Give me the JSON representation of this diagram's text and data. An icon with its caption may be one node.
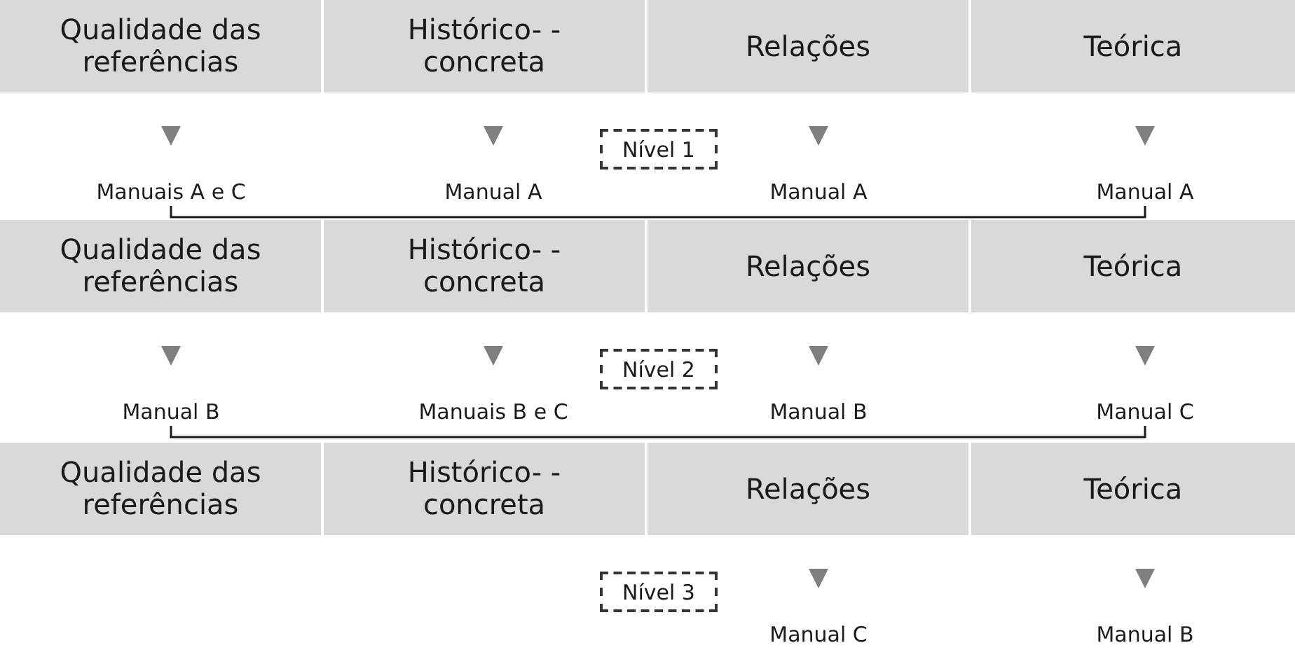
{
  "diagram": {
    "nodes": [
      {
        "text": [
          "Qualidade das referências"
        ]
      },
      {
        "text": [
          "Histórico- -concreta"
        ]
      },
      {
        "text": [
          "Relações"
        ]
      },
      {
        "text": [
          "Teórica"
        ]
      },
      {
        "text": [
          "Nível 1"
        ]
      },
      {
        "text": [
          "Manuais A e C"
        ]
      },
      {
        "text": [
          "Manual A"
        ]
      },
      {
        "text": [
          "Manual A"
        ]
      },
      {
        "text": [
          "Manual A"
        ]
      },
      {
        "text": [
          "Qualidade das referências"
        ]
      },
      {
        "text": [
          "Histórico- -concreta"
        ]
      },
      {
        "text": [
          "Relações"
        ]
      },
      {
        "text": [
          "Teórica"
        ]
      },
      {
        "text": [
          "Nível 2"
        ]
      },
      {
        "text": [
          "Manual B"
        ]
      },
      {
        "text": [
          "Manuais B e C"
        ]
      },
      {
        "text": [
          "Manual B"
        ]
      },
      {
        "text": [
          "Manual C"
        ]
      },
      {
        "text": [
          "Qualidade das referências"
        ]
      },
      {
        "text": [
          "Histórico- -concreta"
        ]
      },
      {
        "text": [
          "Relações"
        ]
      },
      {
        "text": [
          "Teórica"
        ]
      },
      {
        "text": [
          "Nível 3"
        ]
      },
      {
        "text": [
          "Manual C"
        ]
      },
      {
        "text": [
          "Manual B"
        ]
      }
    ],
    "edges": [
      {
        "from": 0,
        "to": 5,
        "arrow": "to"
      },
      {
        "from": 1,
        "to": 6,
        "arrow": "to"
      },
      {
        "from": 2,
        "to": 7,
        "arrow": "to"
      },
      {
        "from": 3,
        "to": 8,
        "arrow": "to"
      },
      {
        "from": 9,
        "to": 14,
        "arrow": "to"
      },
      {
        "from": 10,
        "to": 15,
        "arrow": "to"
      },
      {
        "from": 11,
        "to": 16,
        "arrow": "to"
      },
      {
        "from": 12,
        "to": 17,
        "arrow": "to"
      },
      {
        "from": 20,
        "to": 23,
        "arrow": "to"
      },
      {
        "from": 21,
        "to": 24,
        "arrow": "to"
      }
    ]
  }
}
